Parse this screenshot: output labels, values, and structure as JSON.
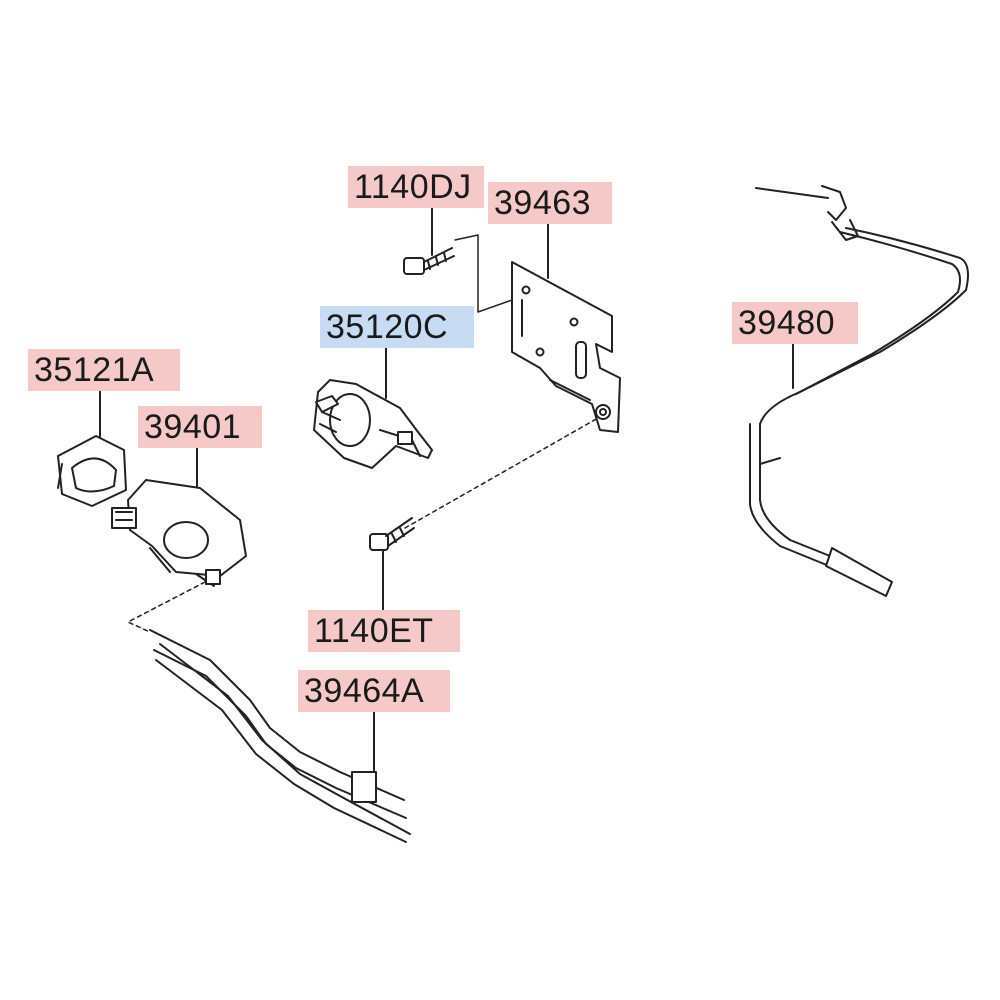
{
  "colors": {
    "label_bg_default": "#f6c9c9",
    "label_bg_selected": "#c7dcf3",
    "line": "#222222"
  },
  "labels": {
    "p1140DJ": "1140DJ",
    "p39463": "39463",
    "p35120C": "35120C",
    "p35121A": "35121A",
    "p39401": "39401",
    "p39480": "39480",
    "p1140ET": "1140ET",
    "p39464A": "39464A"
  },
  "selected_part": "35120C"
}
